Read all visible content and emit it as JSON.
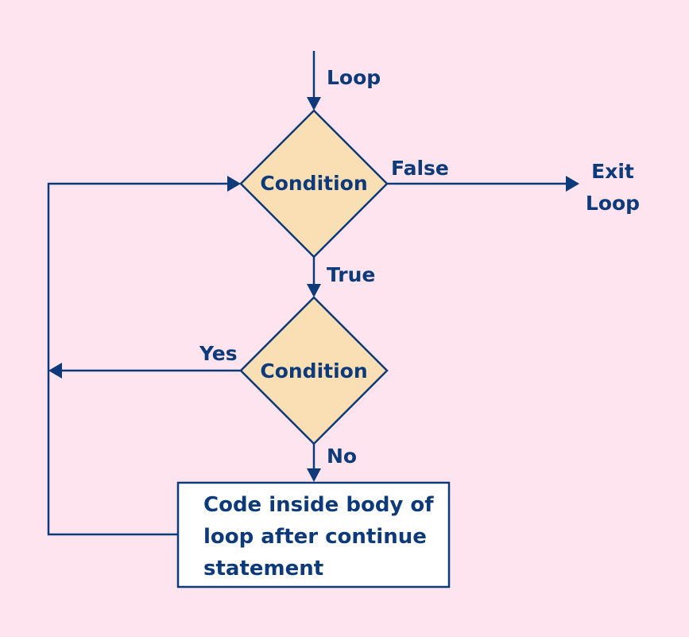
{
  "diagram": {
    "entry_label": "Loop",
    "condition1": {
      "label": "Condition",
      "false_label": "False",
      "true_label": "True"
    },
    "exit_label_line1": "Exit",
    "exit_label_line2": "Loop",
    "condition2": {
      "label": "Condition",
      "yes_label": "Yes",
      "no_label": "No"
    },
    "body_box": {
      "line1": "Code inside body of",
      "line2": "loop after continue",
      "line3": "statement"
    }
  },
  "colors": {
    "background": "#fde4ee",
    "line": "#0d3a7a",
    "diamond_fill": "#fbdfb4",
    "box_fill": "#ffffff"
  }
}
